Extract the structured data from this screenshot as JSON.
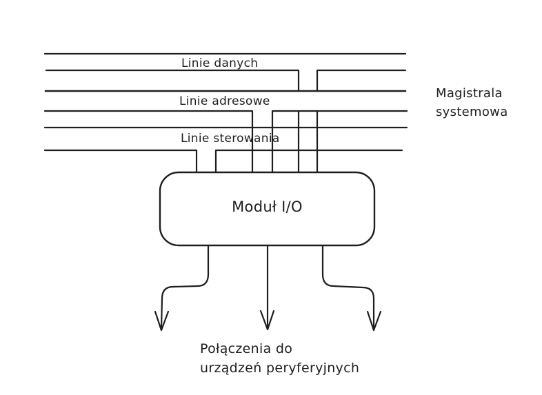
{
  "meta": {
    "background_color": "#ffffff",
    "ink_color": "#1e1e1e",
    "style": "hand-drawn sketch diagram"
  },
  "bus": {
    "title_line1": "Magistrala",
    "title_line2": "systemowa",
    "groups": [
      {
        "id": "data",
        "label": "Linie danych"
      },
      {
        "id": "address",
        "label": "Linie adresowe"
      },
      {
        "id": "control",
        "label": "Linie sterowania"
      }
    ]
  },
  "module": {
    "label": "Moduł I/O"
  },
  "peripherals": {
    "caption_line1": "Połączenia do",
    "caption_line2": "urządzeń peryferyjnych"
  }
}
